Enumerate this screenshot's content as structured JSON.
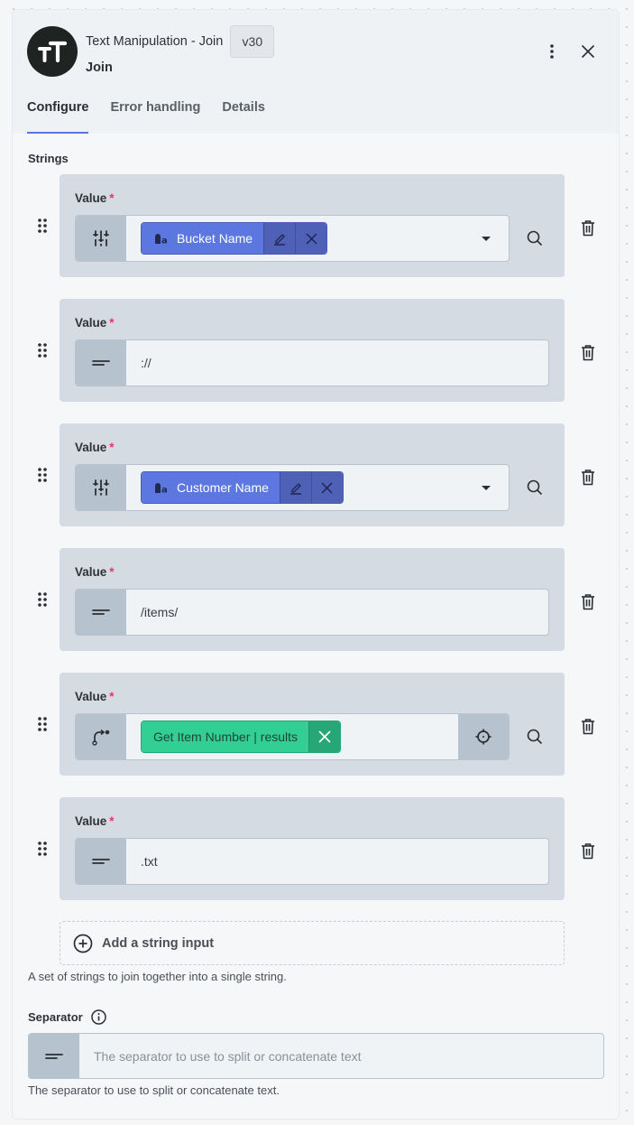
{
  "header": {
    "app_title": "Text Manipulation - Join",
    "version": "v30",
    "subtitle": "Join",
    "logo_icon": "text-size-icon",
    "more_icon": "kebab-menu-icon",
    "close_icon": "close-icon"
  },
  "tabs": [
    {
      "label": "Configure",
      "active": true
    },
    {
      "label": "Error handling",
      "active": false
    },
    {
      "label": "Details",
      "active": false
    }
  ],
  "strings": {
    "label": "Strings",
    "items": [
      {
        "label": "Value",
        "required_mark": "*",
        "type": "variable",
        "type_icon": "sliders-icon",
        "chip": {
          "label": "Bucket Name",
          "icon": "variable-text-icon",
          "color": "#5c78e0"
        },
        "has_dropdown": true,
        "has_search": true
      },
      {
        "label": "Value",
        "required_mark": "*",
        "type": "text",
        "type_icon": "text-lines-icon",
        "value": "://"
      },
      {
        "label": "Value",
        "required_mark": "*",
        "type": "variable",
        "type_icon": "sliders-icon",
        "chip": {
          "label": "Customer Name",
          "icon": "variable-text-icon",
          "color": "#5c78e0"
        },
        "has_dropdown": true,
        "has_search": true
      },
      {
        "label": "Value",
        "required_mark": "*",
        "type": "text",
        "type_icon": "text-lines-icon",
        "value": "/items/"
      },
      {
        "label": "Value",
        "required_mark": "*",
        "type": "reference",
        "type_icon": "branch-arrow-icon",
        "chip": {
          "label": "Get Item Number | results",
          "color": "#31cf93"
        },
        "has_target": true,
        "has_search": true
      },
      {
        "label": "Value",
        "required_mark": "*",
        "type": "text",
        "type_icon": "text-lines-icon",
        "value": ".txt"
      }
    ],
    "add_label": "Add a string input",
    "help": "A set of strings to join together into a single string."
  },
  "separator": {
    "label": "Separator",
    "placeholder": "The separator to use to split or concatenate text",
    "value": "",
    "help": "The separator to use to split or concatenate text."
  },
  "colors": {
    "accent": "#5b74dc",
    "required": "#e8336c",
    "variable_chip": "#5c78e0",
    "reference_chip": "#31cf93",
    "card_bg": "#d4dbe2"
  }
}
